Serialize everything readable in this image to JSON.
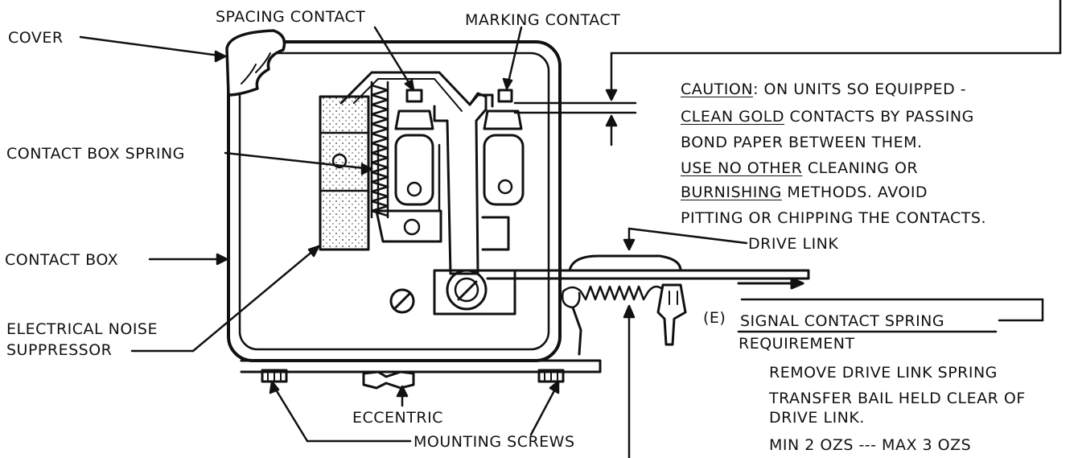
{
  "labels": {
    "spacing_contact": "SPACING CONTACT",
    "marking_contact": "MARKING CONTACT",
    "cover": "COVER",
    "contact_box_spring": "CONTACT BOX SPRING",
    "contact_box": "CONTACT BOX",
    "noise_line1": "ELECTRICAL NOISE",
    "noise_line2": "SUPPRESSOR",
    "eccentric": "ECCENTRIC",
    "mounting_screws": "MOUNTING SCREWS",
    "drive_link": "DRIVE LINK"
  },
  "caution": {
    "word": "CAUTION",
    "line1_rest": ":  ON UNITS SO EQUIPPED -",
    "line2_ul": "CLEAN GOLD",
    "line2_rest": " CONTACTS BY PASSING",
    "line3": "BOND PAPER BETWEEN THEM.",
    "line4_ul": "USE NO OTHER",
    "line4_rest": " CLEANING OR",
    "line5_ul": "BURNISHING",
    "line5_rest": " METHODS.  AVOID",
    "line6": "PITTING OR CHIPPING THE CONTACTS."
  },
  "requirement": {
    "marker": "(E)",
    "title1": "SIGNAL CONTACT SPRING",
    "title2": "REQUIREMENT",
    "line1": "REMOVE DRIVE LINK SPRING",
    "line2": "TRANSFER BAIL HELD CLEAR OF",
    "line3": "DRIVE LINK.",
    "line4": "MIN  2 OZS --- MAX  3 OZS"
  }
}
